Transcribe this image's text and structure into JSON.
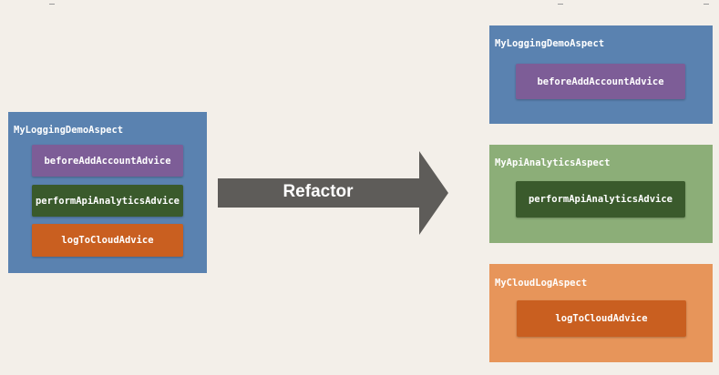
{
  "before": {
    "aspect": {
      "title": "MyLoggingDemoAspect",
      "color": "#5a82b0"
    },
    "advices": [
      {
        "label": "beforeAddAccountAdvice",
        "color": "#7d5d97"
      },
      {
        "label": "performApiAnalyticsAdvice",
        "color": "#3a5a2c"
      },
      {
        "label": "logToCloudAdvice",
        "color": "#c95f20"
      }
    ]
  },
  "arrow": {
    "label": "Refactor",
    "color": "#5e5c59"
  },
  "after": [
    {
      "title": "MyLoggingDemoAspect",
      "color": "#5a82b0",
      "advice": {
        "label": "beforeAddAccountAdvice",
        "color": "#7d5d97"
      }
    },
    {
      "title": "MyApiAnalyticsAspect",
      "color": "#8cae78",
      "advice": {
        "label": "performApiAnalyticsAdvice",
        "color": "#3a5a2c"
      }
    },
    {
      "title": "MyCloudLogAspect",
      "color": "#e7955a",
      "advice": {
        "label": "logToCloudAdvice",
        "color": "#c95f20"
      }
    }
  ]
}
